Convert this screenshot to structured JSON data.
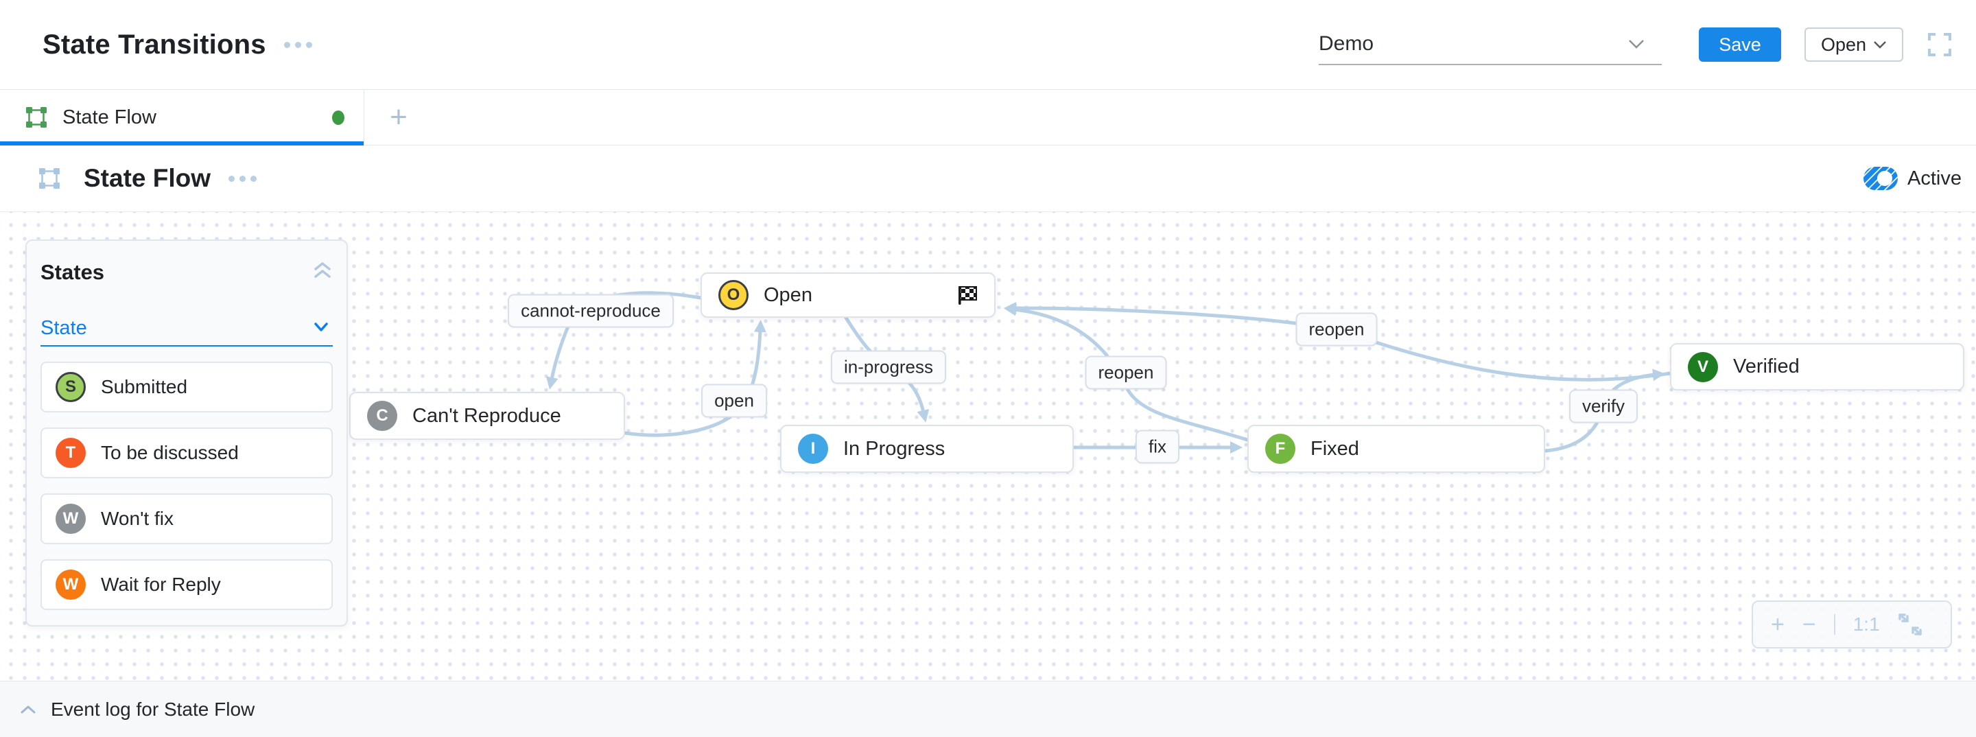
{
  "header": {
    "title": "State Transitions",
    "workflow_select_value": "Demo",
    "save_button": "Save",
    "open_button": "Open"
  },
  "tab_bar": {
    "active_tab_label": "State Flow",
    "add_tab_label": "+"
  },
  "rule_header": {
    "title": "State Flow",
    "status_label": "Active"
  },
  "states_panel": {
    "title": "States",
    "field_select_value": "State",
    "items": [
      {
        "letter": "S",
        "label": "Submitted",
        "color": "#9ecf63"
      },
      {
        "letter": "T",
        "label": "To be discussed",
        "color": "#f65b25"
      },
      {
        "letter": "W",
        "label": "Won't fix",
        "color": "#8d9296"
      },
      {
        "letter": "W",
        "label": "Wait for Reply",
        "color": "#f8790f"
      }
    ]
  },
  "diagram": {
    "nodes": [
      {
        "letter": "O",
        "label": "Open",
        "color": "#ffd43d"
      },
      {
        "letter": "C",
        "label": "Can't Reproduce",
        "color": "#8d9296"
      },
      {
        "letter": "I",
        "label": "In Progress",
        "color": "#41a6e5"
      },
      {
        "letter": "F",
        "label": "Fixed",
        "color": "#74b740"
      },
      {
        "letter": "V",
        "label": "Verified",
        "color": "#1e7c21"
      }
    ],
    "edges": [
      {
        "from": "Open",
        "to": "Can't Reproduce",
        "label": "cannot-reproduce"
      },
      {
        "from": "Can't Reproduce",
        "to": "Open",
        "label": "open"
      },
      {
        "from": "Open",
        "to": "In Progress",
        "label": "in-progress"
      },
      {
        "from": "In Progress",
        "to": "Fixed",
        "label": "fix"
      },
      {
        "from": "Fixed",
        "to": "Open",
        "label": "reopen"
      },
      {
        "from": "Verified",
        "to": "Open",
        "label": "reopen"
      },
      {
        "from": "Fixed",
        "to": "Verified",
        "label": "verify"
      }
    ]
  },
  "zoom_controls": {
    "zoom_in": "+",
    "zoom_out": "−",
    "actual_size": "1:1"
  },
  "event_log": {
    "label": "Event log for State Flow"
  },
  "colors": {
    "accent_blue": "#1787e8",
    "link_blue": "#0c80f2",
    "edge_blue": "#b7d0e6",
    "icon_blue": "#aac6e0",
    "tab_icon_green": "#4a9d57",
    "status_dot_green": "#3c9b42"
  }
}
